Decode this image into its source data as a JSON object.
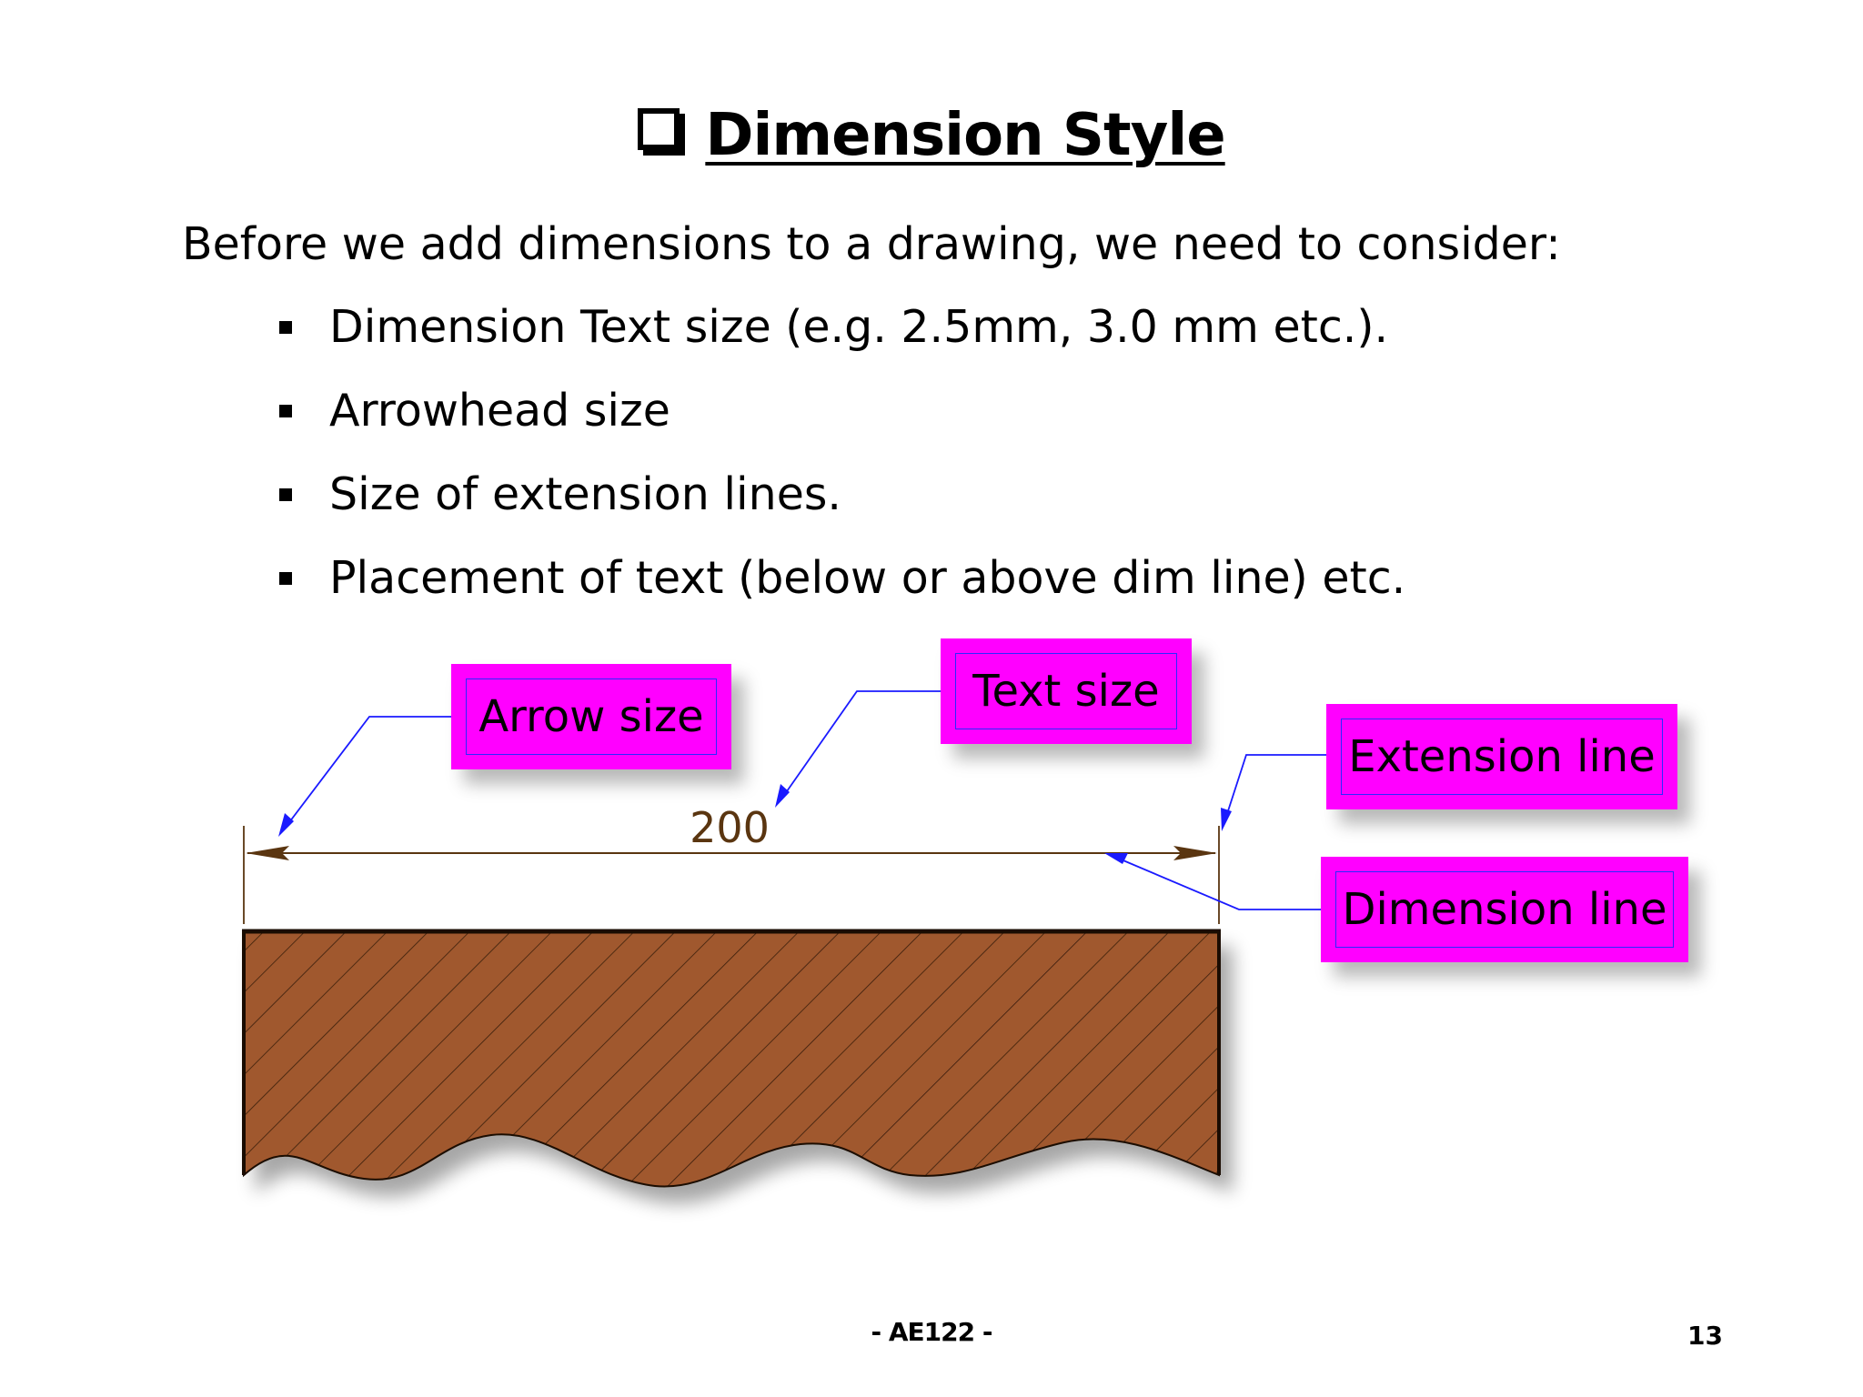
{
  "slide": {
    "title": "Dimension Style",
    "intro": "Before we add dimensions to a drawing, we need to consider:",
    "bullets": [
      "Dimension Text size (e.g. 2.5mm, 3.0 mm etc.).",
      "Arrowhead size",
      "Size of extension lines.",
      "Placement of text (below or above dim line) etc."
    ]
  },
  "diagram": {
    "dimension_value": "200",
    "callouts": {
      "arrow_size": "Arrow size",
      "text_size": "Text size",
      "extension_line": "Extension line",
      "dimension_line": "Dimension line"
    },
    "colors": {
      "callout_fill": "#ff00ff",
      "callout_border": "#2a2aff",
      "leader": "#1a1aff",
      "material_fill": "#a0582f",
      "dimension": "#5a3510"
    }
  },
  "footer": {
    "course": "- AE122 -",
    "page_number": "13"
  }
}
